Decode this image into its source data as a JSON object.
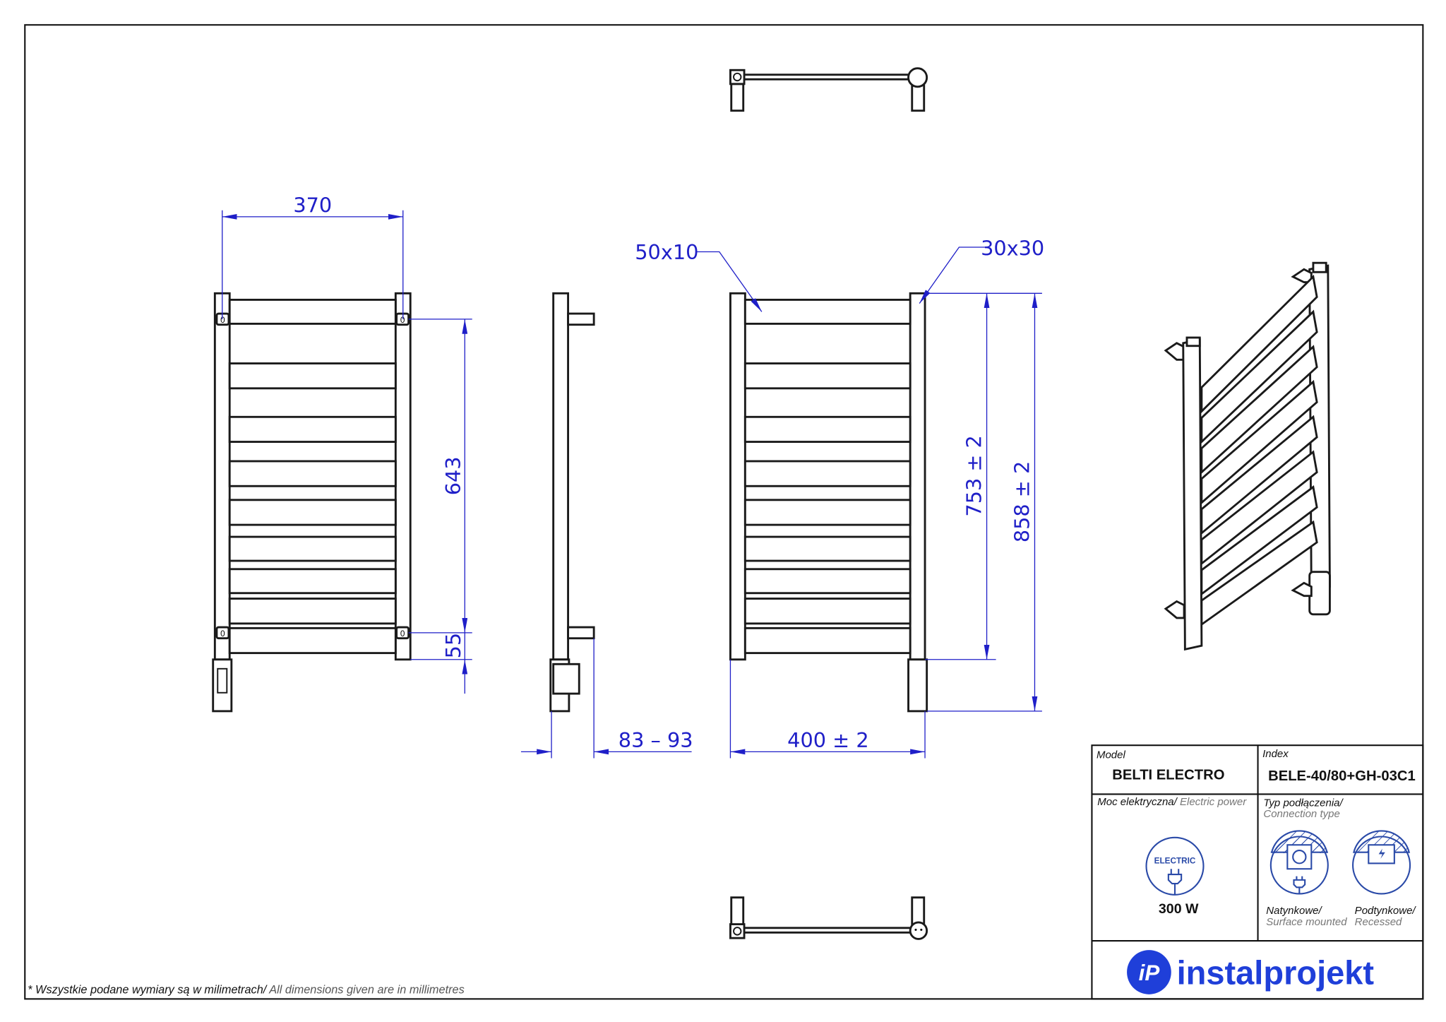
{
  "dimensions": {
    "width_370": "370",
    "height_643": "643",
    "offset_55": "55",
    "depth": "83 – 93",
    "width_400": "400  ± 2",
    "height_753": "753  ± 2",
    "height_858": "858  ± 2",
    "bar_profile": "50x10",
    "post_profile": "30x30",
    "bracket_mark": "0"
  },
  "title_block": {
    "model_label": "Model",
    "model_value": "BELTI ELECTRO",
    "index_label": "Index",
    "index_value": "BELE-40/80+GH-03C1",
    "power_label_pl": "Moc elektryczna/",
    "power_label_en": " Electric power",
    "power_icon_text": "ELECTRIC",
    "power_value": "300 W",
    "connection_label_pl": "Typ podłączenia/",
    "connection_label_en": "Connection type",
    "surface_pl": "Natynkowe/",
    "surface_en": "Surface mounted",
    "recessed_pl": "Podtynkowe/",
    "recessed_en": "Recessed",
    "brand": "instalprojekt",
    "brand_mark": "iP"
  },
  "footnote_pl": "* Wszystkie podane wymiary są w milimetrach/",
  "footnote_en": " All dimensions given are in millimetres",
  "colors": {
    "dimension": "#1f1fc8",
    "brand": "#1f3fd9",
    "icon": "#2a4aa8"
  }
}
